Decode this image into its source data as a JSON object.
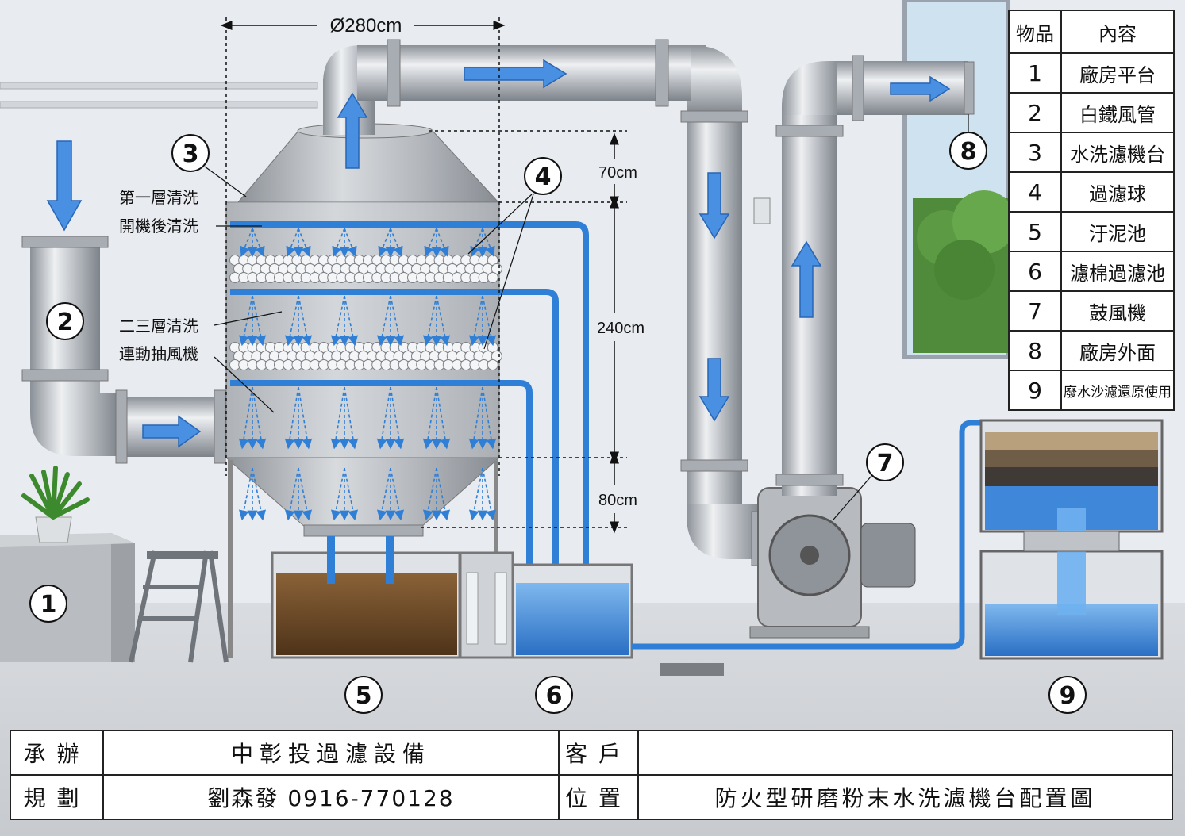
{
  "dimensions": {
    "diameter": "Ø280cm",
    "top_section": "70cm",
    "middle_section": "240cm",
    "bottom_section": "80cm"
  },
  "callouts": {
    "layer1": [
      "第一層清洗",
      "開機後清洗"
    ],
    "layer23": [
      "二三層清洗",
      "連動抽風機"
    ]
  },
  "markers": [
    "1",
    "2",
    "3",
    "4",
    "5",
    "6",
    "7",
    "8",
    "9"
  ],
  "legend": {
    "header": [
      "物品",
      "內容"
    ],
    "rows": [
      {
        "no": "1",
        "name": "廠房平台"
      },
      {
        "no": "2",
        "name": "白鐵風管"
      },
      {
        "no": "3",
        "name": "水洗濾機台"
      },
      {
        "no": "4",
        "name": "過濾球"
      },
      {
        "no": "5",
        "name": "汙泥池"
      },
      {
        "no": "6",
        "name": "濾棉過濾池"
      },
      {
        "no": "7",
        "name": "鼓風機"
      },
      {
        "no": "8",
        "name": "廠房外面"
      },
      {
        "no": "9",
        "name": "廢水沙濾還原使用"
      }
    ]
  },
  "title_block": {
    "undertaker_label": "承辦",
    "undertaker_value": "中彰投過濾設備",
    "client_label": "客戶",
    "client_value": "",
    "planner_label": "規劃",
    "planner_value": "劉森發 0916-770128",
    "location_label": "位置",
    "location_value": "防火型研磨粉末水洗濾機台配置圖"
  },
  "colors": {
    "pipe_steel": "#b9bec4",
    "water_blue": "#2f7fd6",
    "arrow_blue": "#4a90e2",
    "sludge_brown": "#6b4a2a",
    "wall": "#e9ecf1",
    "floor": "#d4d7db"
  }
}
